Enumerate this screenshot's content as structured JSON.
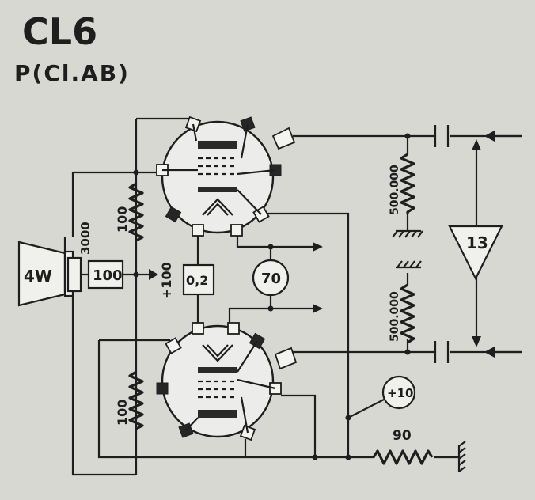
{
  "header": {
    "tube_type": "CL6",
    "operation": "P(Cl.AB)"
  },
  "speaker": {
    "power": "4W"
  },
  "transformer": {
    "impedance": "3000"
  },
  "components": {
    "screen_resistor": "100",
    "voltage_tap": "+100",
    "upper_cathode_resistor": "100",
    "lower_cathode_resistor": "100",
    "bias_resistor": "0,2",
    "supply_meter": "70",
    "grid_resistor_upper": "500.000",
    "grid_resistor_lower": "500.000",
    "driver_stage": "13",
    "bias_supply": "+10",
    "bias_divider": "90"
  }
}
